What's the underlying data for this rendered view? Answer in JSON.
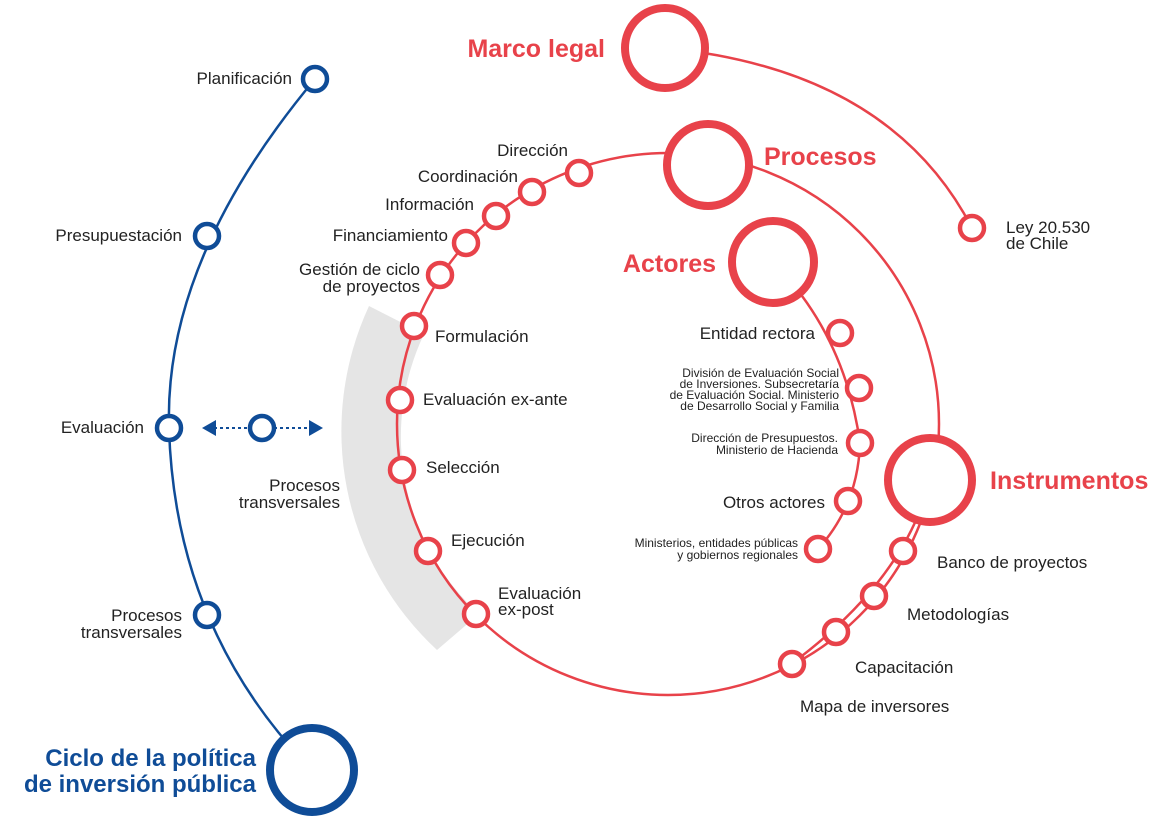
{
  "marco_legal": {
    "title": "Marco legal",
    "ley_line1": "Ley 20.530",
    "ley_line2": "de Chile"
  },
  "procesos": {
    "title": "Procesos",
    "items": [
      "Dirección",
      "Coordinación",
      "Información",
      "Financiamiento",
      "Gestión de ciclo",
      "de proyectos",
      "Formulación",
      "Evaluación ex-ante",
      "Selección",
      "Ejecución",
      "Evaluación",
      "ex-post"
    ]
  },
  "actores": {
    "title": "Actores",
    "entidad_rectora": "Entidad rectora",
    "division_lines": [
      "División de Evaluación Social",
      "de Inversiones. Subsecretaría",
      "de Evaluación Social. Ministerio",
      "de Desarrollo Social y Familia"
    ],
    "direccion_lines": [
      "Dirección de Presupuestos.",
      "Ministerio de Hacienda"
    ],
    "otros_actores": "Otros actores",
    "ministerios_lines": [
      "Ministerios, entidades públicas",
      "y gobiernos regionales"
    ]
  },
  "instrumentos": {
    "title": "Instrumentos",
    "items": [
      "Banco de proyectos",
      "Metodologías",
      "Capacitación",
      "Mapa de inversores"
    ]
  },
  "ciclo": {
    "title_line1": "Ciclo de la política",
    "title_line2": "de inversión pública",
    "items": [
      "Planificación",
      "Presupuestación",
      "Evaluación",
      "Procesos",
      "transversales"
    ]
  },
  "transversales": {
    "line1": "Procesos",
    "line2": "transversales"
  },
  "colors": {
    "red": "#e8424a",
    "blue": "#0f4c97",
    "shade": "#e5e5e5"
  }
}
